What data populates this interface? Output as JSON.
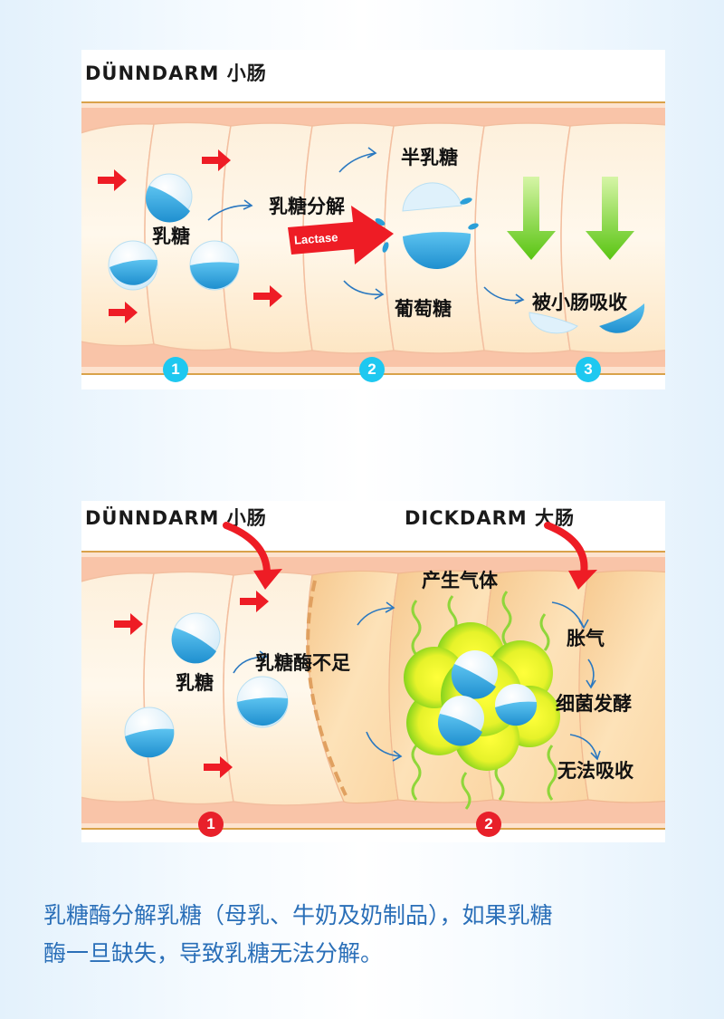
{
  "panel_top": {
    "title": "DÜNNDARM 小肠",
    "labels": {
      "lactose": "乳糖",
      "lactose_breakdown": "乳糖分解",
      "enzyme_arrow": "Lactase",
      "galactose": "半乳糖",
      "glucose": "葡萄糖",
      "absorbed": "被小肠吸收"
    },
    "steps": [
      "1",
      "2",
      "3"
    ],
    "step_color": "#1ec8f0"
  },
  "panel_bottom": {
    "title_small_intestine": "DÜNNDARM  小肠",
    "title_large_intestine": "DICKDARM  大肠",
    "labels": {
      "lactose": "乳糖",
      "lactase_deficient": "乳糖酶不足",
      "gas_produced": "产生气体",
      "bloating": "胀气",
      "fermentation": "细菌发酵",
      "not_absorbed": "无法吸收"
    },
    "steps": [
      "1",
      "2"
    ],
    "step_color": "#e8202a"
  },
  "caption": {
    "line1": "乳糖酶分解乳糖（母乳、牛奶及奶制品），如果乳糖",
    "line2": "酶一旦缺失，导致乳糖无法分解。"
  },
  "colors": {
    "tube_outer": "#f9c4a8",
    "tube_cell": "#fdeccf",
    "tube_line": "#d9a24a",
    "red_arrow": "#ee1c25",
    "green_arrow": "#6fd420",
    "molecule": "#2a9fd8",
    "caption_text": "#2a6fb8"
  }
}
